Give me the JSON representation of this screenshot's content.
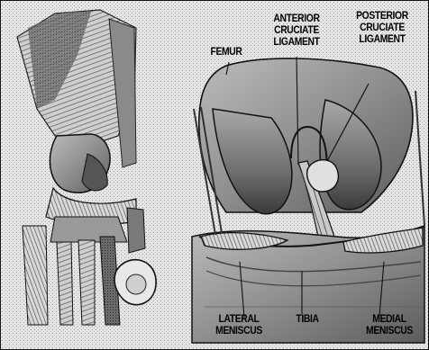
{
  "labels": {
    "femur": "FEMUR",
    "acl_line1": "ANTERIOR",
    "acl_line2": "CRUCIATE",
    "acl_line3": "LIGAMENT",
    "pcl_line1": "POSTERIOR",
    "pcl_line2": "CRUCIATE",
    "pcl_line3": "LIGAMENT",
    "lateral_line1": "LATERAL",
    "lateral_line2": "MENISCUS",
    "tibia": "TIBIA",
    "medial_line1": "MEDIAL",
    "medial_line2": "MENISCUS"
  }
}
